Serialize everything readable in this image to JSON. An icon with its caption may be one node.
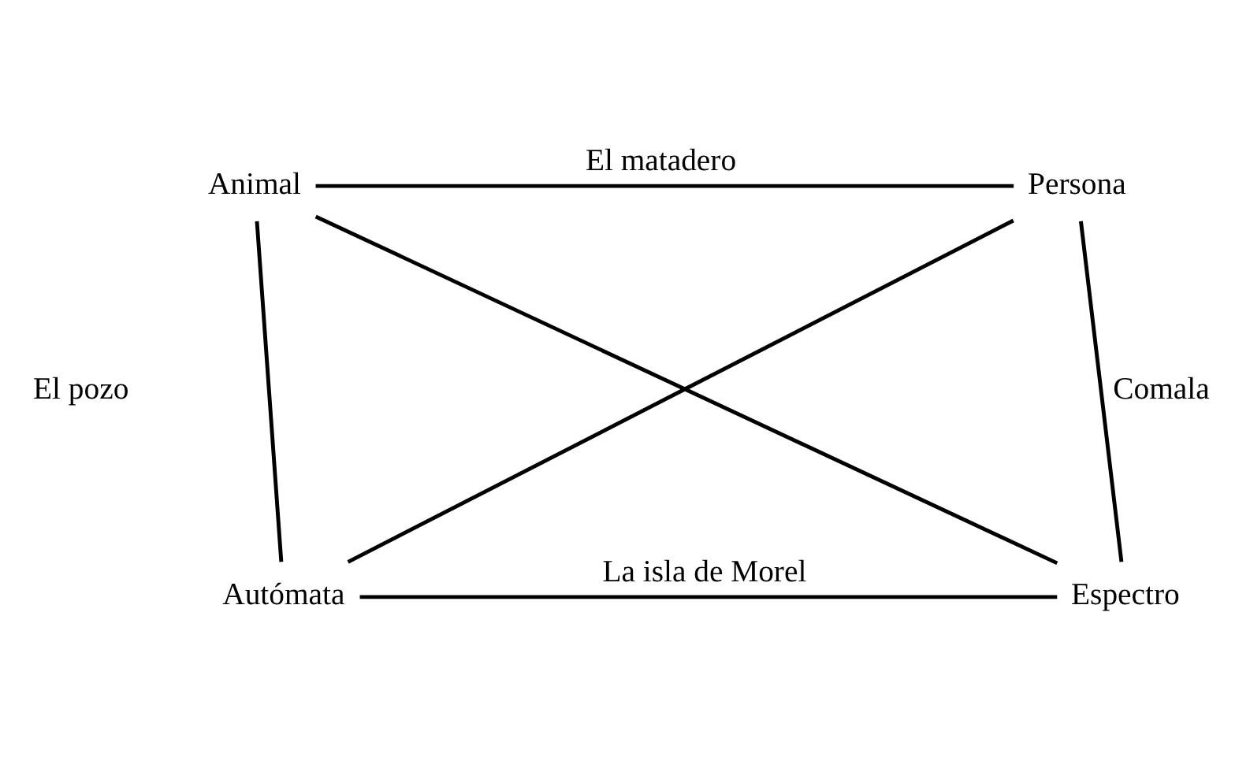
{
  "diagram": {
    "nodes": [
      {
        "text": [
          "Animal"
        ]
      },
      {
        "text": [
          "Persona"
        ]
      },
      {
        "text": [
          "Autómata"
        ]
      },
      {
        "text": [
          "Espectro"
        ]
      }
    ],
    "edges": [
      {
        "from": 0,
        "to": 1,
        "arrow": "none",
        "label": "El matadero"
      },
      {
        "from": 0,
        "to": 2,
        "arrow": "none",
        "label": "El pozo"
      },
      {
        "from": 0,
        "to": 3,
        "arrow": "none"
      },
      {
        "from": 1,
        "to": 2,
        "arrow": "none"
      },
      {
        "from": 1,
        "to": 3,
        "arrow": "none",
        "label": "Comala"
      },
      {
        "from": 2,
        "to": 3,
        "arrow": "none",
        "label": "La isla de Morel"
      }
    ]
  }
}
